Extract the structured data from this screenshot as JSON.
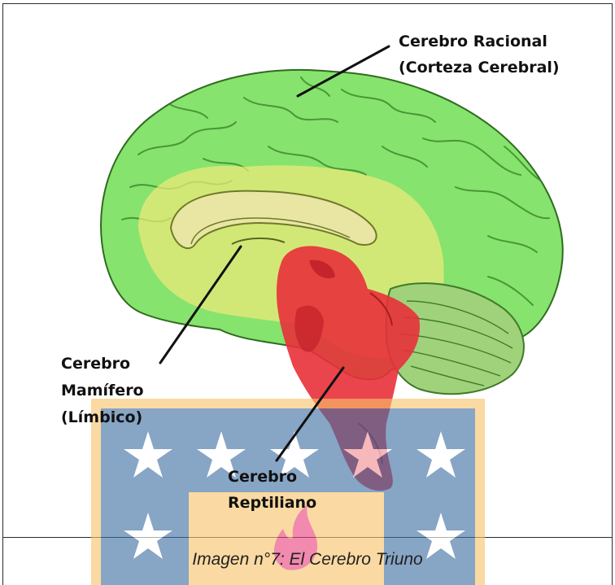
{
  "labels": {
    "neocortex_line1": "Cerebro Racional",
    "neocortex_line2": "(Corteza Cerebral)",
    "limbic_line1": "Cerebro",
    "limbic_line2": "Mamífero",
    "limbic_line3": "(Límbico)",
    "reptilian_line1": "Cerebro",
    "reptilian_line2": "Reptiliano"
  },
  "caption": "Imagen n°7: El Cerebro Triuno",
  "colors": {
    "neocortex": "#86e36e",
    "limbic": "#d9e38a",
    "reptilian": "#e8303a",
    "cerebellum": "#7fc85a",
    "watermark_frame": "#f7c56a",
    "watermark_field": "#3f6fa3",
    "watermark_star": "#ffffff",
    "watermark_flame": "#e9447d"
  },
  "icons": {
    "watermark": "university-seal-watermark"
  }
}
